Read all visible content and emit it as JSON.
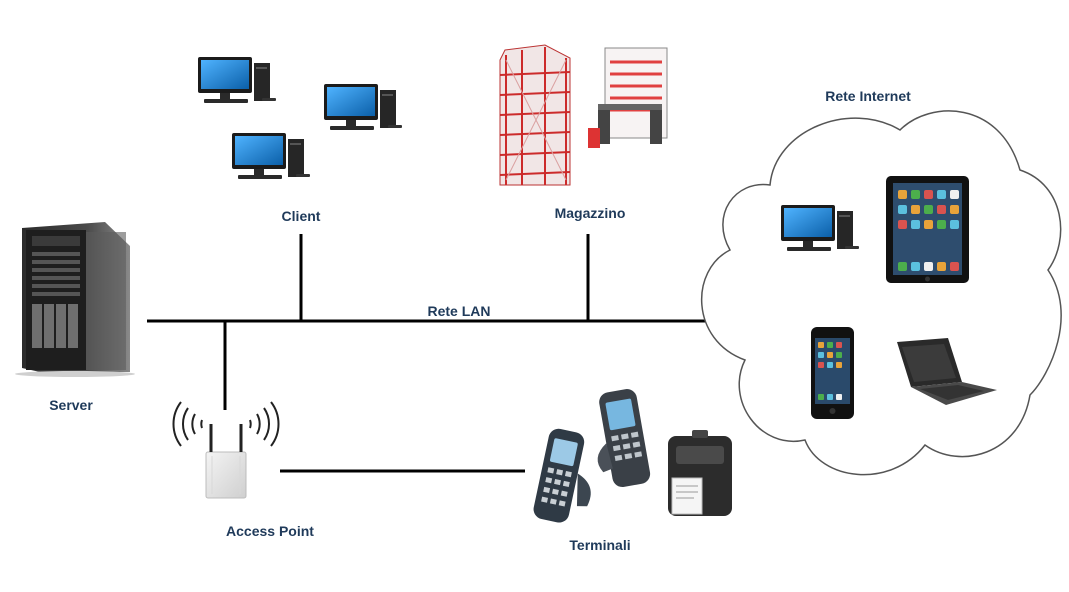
{
  "labels": {
    "client": "Client",
    "magazzino": "Magazzino",
    "rete_internet": "Rete Internet",
    "rete_lan": "Rete LAN",
    "server": "Server",
    "access_point": "Access Point",
    "terminali": "Terminali"
  },
  "icons": {
    "server": "tower-server-icon",
    "client": "desktop-computer-icon",
    "magazzino": "automated-warehouse-icon",
    "access_point": "wireless-access-point-icon",
    "terminali": "handheld-terminal-icon",
    "printer": "mobile-printer-icon",
    "tablet": "tablet-icon",
    "smartphone": "smartphone-icon",
    "laptop": "laptop-icon"
  },
  "colors": {
    "label_text": "#1f3a5a",
    "line": "#000000",
    "screen_blue": "#1a7fd0",
    "warehouse_red": "#cc2b2b"
  }
}
